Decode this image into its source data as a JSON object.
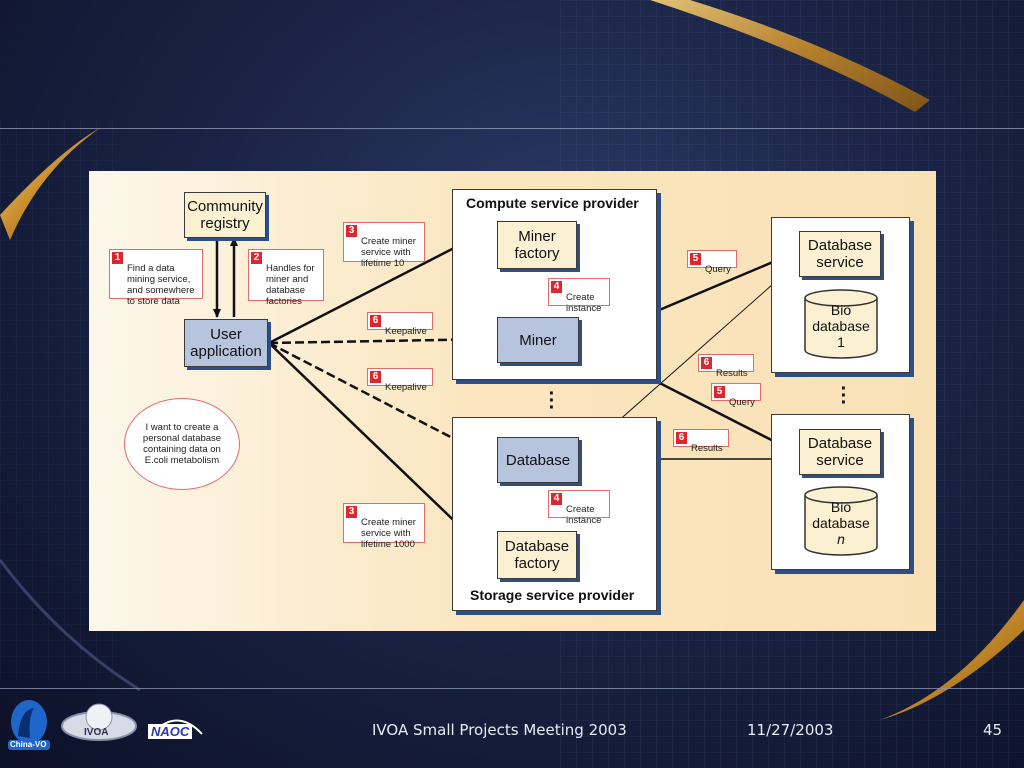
{
  "diagram": {
    "community_registry": "Community\nregistry",
    "user_application": "User\napplication",
    "compute_provider_title": "Compute service provider",
    "storage_provider_title": "Storage service provider",
    "miner_factory": "Miner\nfactory",
    "miner": "Miner",
    "database": "Database",
    "database_factory": "Database\nfactory",
    "database_service_1": "Database\nservice",
    "database_service_n": "Database\nservice",
    "bio_db_1": "Bio\ndatabase\n1",
    "bio_db_n_prefix": "Bio\ndatabase\n",
    "bio_db_n_suffix": "n",
    "user_goal": "I want to create a\npersonal database\ncontaining data on\nE.coli metabolism",
    "callouts": {
      "find_service": {
        "num": "1",
        "text": "Find a data\nmining service,\nand somewhere\nto store data"
      },
      "handles": {
        "num": "2",
        "text": "Handles for\nminer and\ndatabase\nfactories"
      },
      "create_miner": {
        "num": "3",
        "text": "Create miner\nservice with\nlifetime 10"
      },
      "create_db_service": {
        "num": "3",
        "text": "Create miner\nservice with\nlifetime 1000"
      },
      "create_instance_miner": {
        "num": "4",
        "text": "Create\ninstance"
      },
      "create_instance_db": {
        "num": "4",
        "text": "Create\ninstance"
      },
      "query_1": {
        "num": "5",
        "text": "Query"
      },
      "query_n": {
        "num": "5",
        "text": "Query"
      },
      "keepalive_miner": {
        "num": "6",
        "text": "Keepalive"
      },
      "keepalive_db": {
        "num": "6",
        "text": "Keepalive"
      },
      "results_1": {
        "num": "6",
        "text": "Results"
      },
      "results_n": {
        "num": "6",
        "text": "Results"
      }
    }
  },
  "footer": {
    "title": "IVOA Small Projects Meeting 2003",
    "date": "11/27/2003",
    "page": "45",
    "logo_ivoa": "IVOA",
    "logo_naoc": "NAOC",
    "logo_chinavo": "China-VO"
  },
  "colors": {
    "accent_gold": "#d9a443",
    "box_blue": "#b6c4de",
    "box_yellow": "#fbf1d2",
    "callout_red": "#d9282f"
  }
}
